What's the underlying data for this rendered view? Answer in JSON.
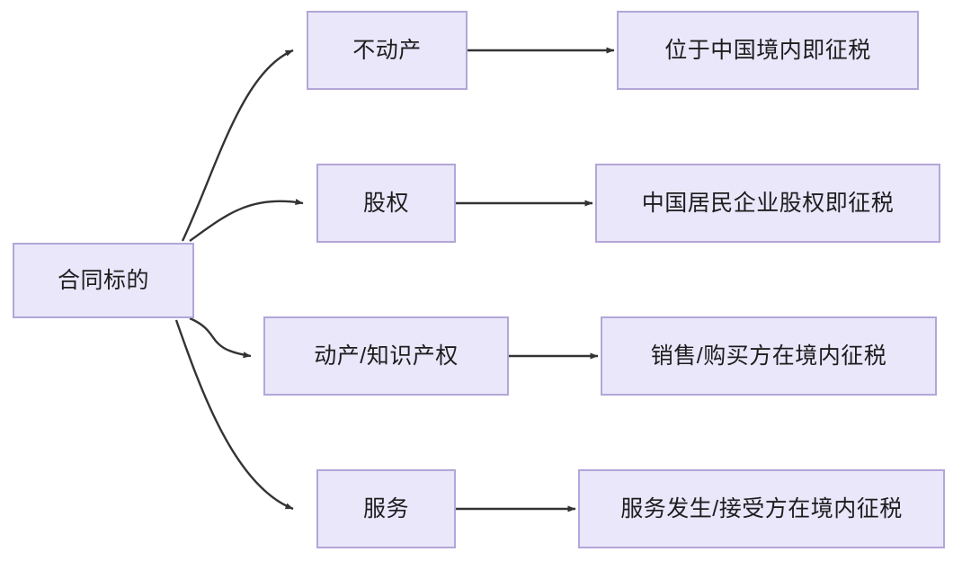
{
  "diagram": {
    "type": "flowchart",
    "orientation": "left-to-right",
    "background_color": "#ffffff",
    "node_fill_color": "#e9e7f9",
    "node_border_color": "#b3a6d9",
    "edge_color": "#333333",
    "text_color": "#1d1d1f",
    "root": {
      "id": "root",
      "label": "合同标的"
    },
    "branches": [
      {
        "id": "branch-1",
        "category_label": "不动产",
        "rule_label": "位于中国境内即征税"
      },
      {
        "id": "branch-2",
        "category_label": "股权",
        "rule_label": "中国居民企业股权即征税"
      },
      {
        "id": "branch-3",
        "category_label": "动产/知识产权",
        "rule_label": "销售/购买方在境内征税"
      },
      {
        "id": "branch-4",
        "category_label": "服务",
        "rule_label": "服务发生/接受方在境内征税"
      }
    ]
  }
}
